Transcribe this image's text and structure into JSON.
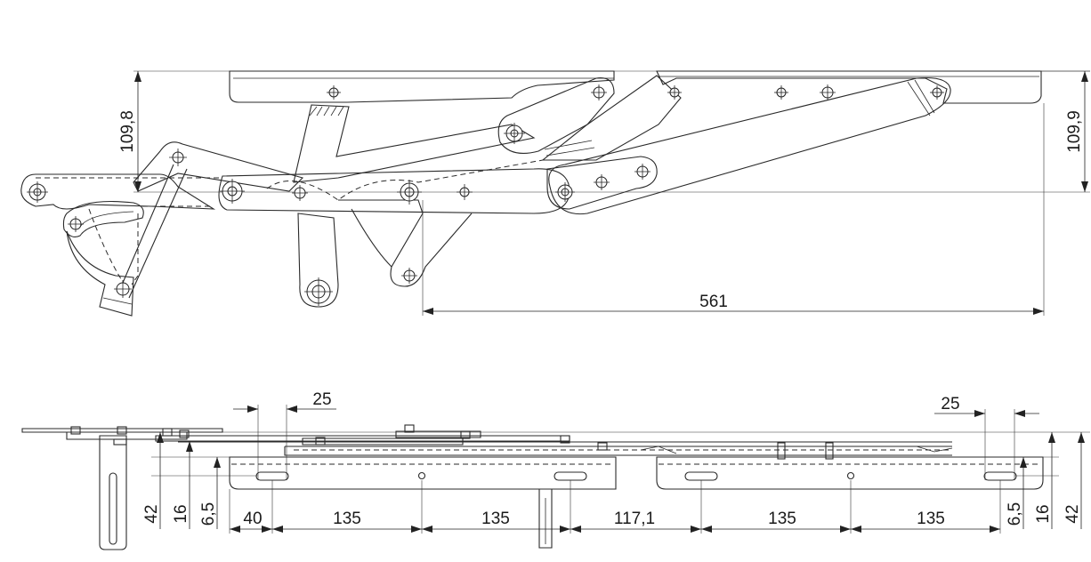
{
  "dimensions": {
    "side_view": {
      "height_left": "109,8",
      "height_right": "109,9",
      "length": "561"
    },
    "bottom_view": {
      "slot_width_left": "25",
      "slot_width_right": "25",
      "height_total_left": "42",
      "height_mid_left": "16",
      "height_small_left": "6,5",
      "height_small_right": "6,5",
      "height_mid_right": "16",
      "height_total_right": "42",
      "spacings": [
        "40",
        "135",
        "135",
        "117,1",
        "135",
        "135"
      ]
    }
  }
}
